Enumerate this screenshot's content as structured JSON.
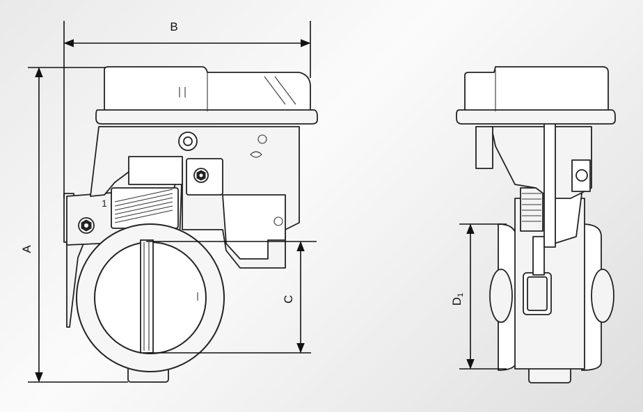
{
  "dimensions": {
    "a": "A",
    "b": "B",
    "c": "C",
    "d1_main": "D",
    "d1_sub": "1"
  },
  "colors": {
    "line": "#111111",
    "background": "#f2f2f2"
  }
}
